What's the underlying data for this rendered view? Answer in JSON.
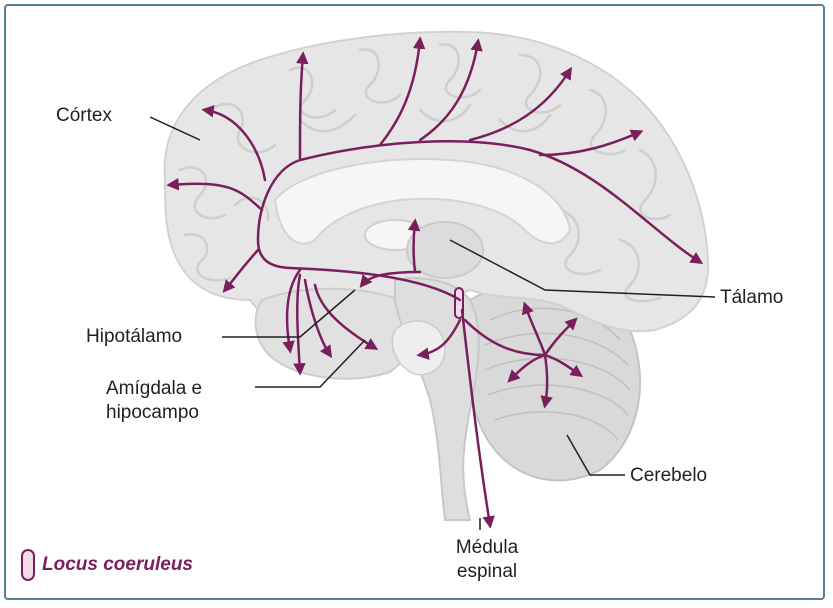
{
  "colors": {
    "pathway": "#7a1f5c",
    "brain_fill": "#e6e6e6",
    "brain_fold": "#cfcfcf",
    "inner_fill": "#f4f4f4",
    "frame": "#56809a"
  },
  "labels": {
    "cortex": "Córtex",
    "thalamus": "Tálamo",
    "hypothalamus": "Hipotálamo",
    "amygdala_hippocampus": "Amígdala e hipocampo",
    "cerebellum": "Cerebelo",
    "spinal_cord": "Médula espinal"
  },
  "legend": {
    "locus_coeruleus": "Locus coeruleus"
  }
}
